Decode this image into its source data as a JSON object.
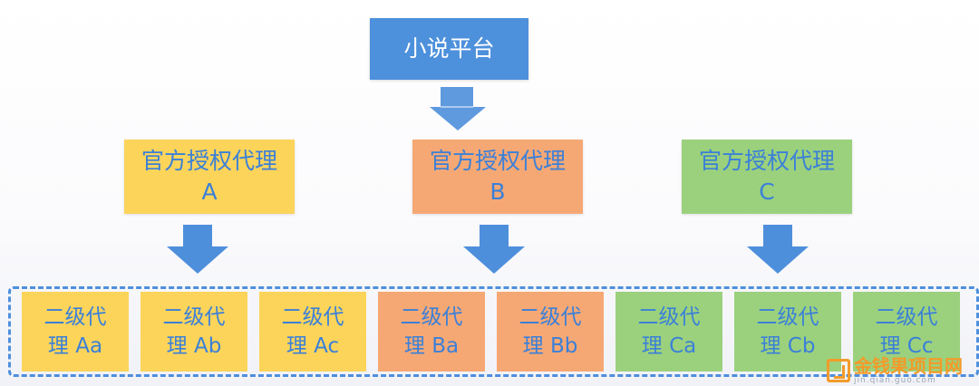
{
  "diagram": {
    "root": {
      "label": "小说平台"
    },
    "agents": [
      {
        "line1": "官方授权代理",
        "line2": "A",
        "color": "#fcd45a"
      },
      {
        "line1": "官方授权代理",
        "line2": "B",
        "color": "#f6a874"
      },
      {
        "line1": "官方授权代理",
        "line2": "C",
        "color": "#9bd17d"
      }
    ],
    "subagents": [
      {
        "line1": "二级代",
        "line2": "理 Aa",
        "color": "#fcd45a"
      },
      {
        "line1": "二级代",
        "line2": "理 Ab",
        "color": "#fcd45a"
      },
      {
        "line1": "二级代",
        "line2": "理 Ac",
        "color": "#fcd45a"
      },
      {
        "line1": "二级代",
        "line2": "理 Ba",
        "color": "#f6a874"
      },
      {
        "line1": "二级代",
        "line2": "理 Bb",
        "color": "#f6a874"
      },
      {
        "line1": "二级代",
        "line2": "理 Ca",
        "color": "#9bd17d"
      },
      {
        "line1": "二级代",
        "line2": "理 Cb",
        "color": "#9bd17d"
      },
      {
        "line1": "二级代",
        "line2": "理 Cc",
        "color": "#9bd17d"
      }
    ],
    "arrow_color": "#4e8fdc"
  },
  "watermark": {
    "text": "金钱果项目网",
    "sub": "jin.qian.guo.com"
  }
}
